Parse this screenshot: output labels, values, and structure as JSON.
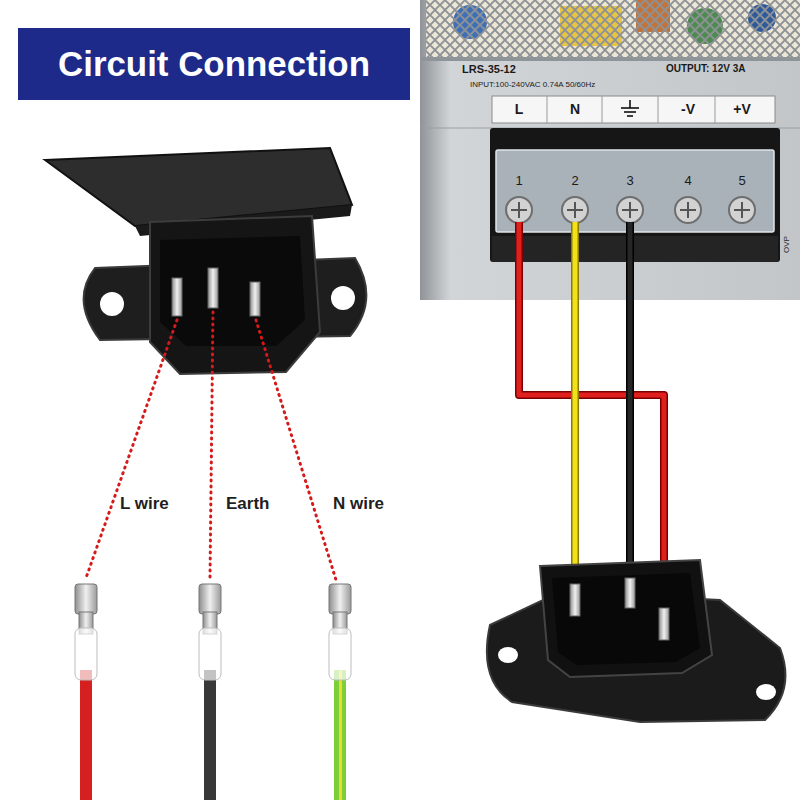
{
  "diagram": {
    "title": "Circuit Connection",
    "nodes": [
      {
        "text": [
          "LRS-35-12",
          "OUTPUT: 12V 3A",
          "INPUT:100-240VAC 0.74A 50/60Hz"
        ]
      },
      {
        "text": [
          "L",
          "1"
        ],
        "in": 0
      },
      {
        "text": [
          "N",
          "2"
        ],
        "in": 0
      },
      {
        "text": [
          "3"
        ],
        "in": 0
      },
      {
        "text": [
          "-V",
          "4"
        ],
        "in": 0
      },
      {
        "text": [
          "+V",
          "5"
        ],
        "in": 0
      }
    ],
    "labels": [
      "OVP",
      "L wire",
      "Earth",
      "N wire"
    ]
  }
}
